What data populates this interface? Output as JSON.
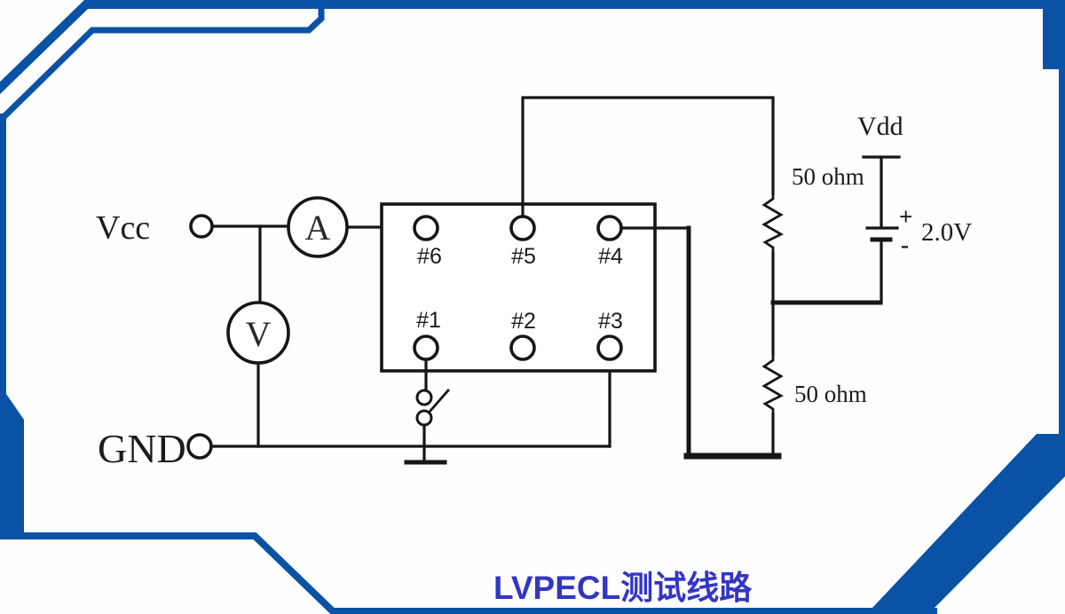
{
  "title": {
    "text": "LVPECL测试线路"
  },
  "colors": {
    "frame_blue": "#0a52a6",
    "title_blue": "#3335c4",
    "wire_black": "#161616"
  },
  "circuit": {
    "terminals": {
      "vcc_label": "Vcc",
      "gnd_label": "GND",
      "vdd_label": "Vdd"
    },
    "meters": {
      "ammeter_label": "A",
      "voltmeter_label": "V"
    },
    "pins": {
      "top": [
        "#6",
        "#5",
        "#4"
      ],
      "bottom": [
        "#1",
        "#2",
        "#3"
      ]
    },
    "resistors": {
      "top_label": "50 ohm",
      "bottom_label": "50 ohm"
    },
    "battery": {
      "plus_label": "+",
      "minus_label": "-",
      "voltage_label": "2.0V"
    }
  }
}
